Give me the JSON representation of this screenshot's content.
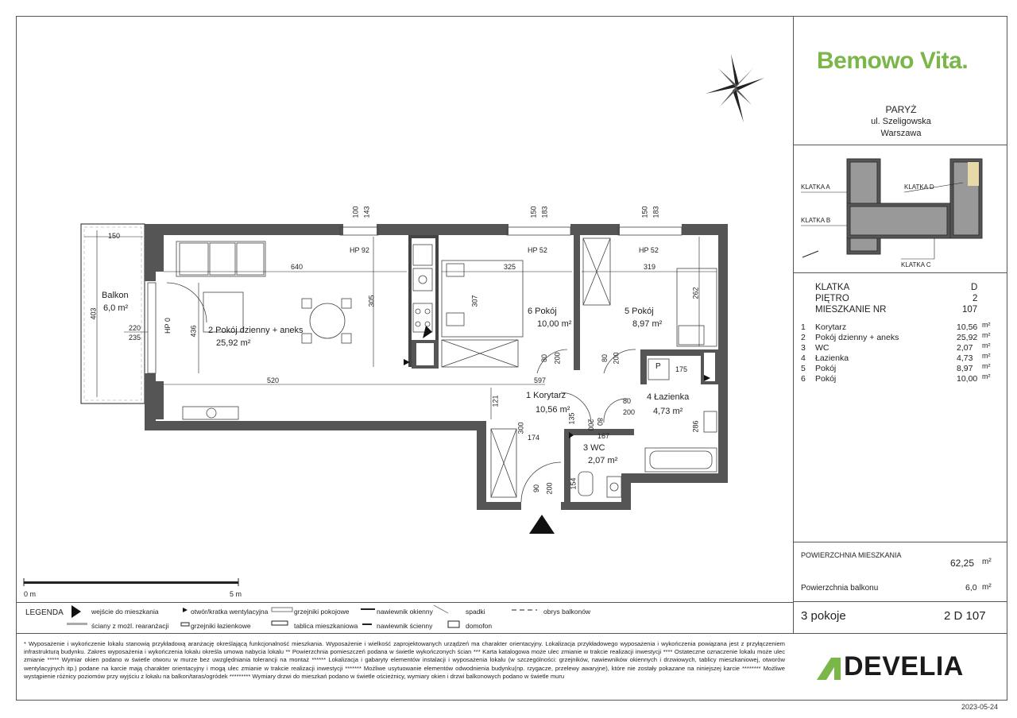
{
  "header": {
    "brand": "Bemowo Vita.",
    "project": "PARYŻ",
    "street": "ul. Szeligowska",
    "city": "Warszawa"
  },
  "keyplan": {
    "labels": [
      "KLATKA A",
      "KLATKA B",
      "KLATKA C",
      "KLATKA D"
    ]
  },
  "info": {
    "klatka_label": "KLATKA",
    "klatka_value": "D",
    "pietro_label": "PIĘTRO",
    "pietro_value": "2",
    "mieszkanie_label": "MIESZKANIE NR",
    "mieszkanie_value": "107"
  },
  "rooms": [
    {
      "no": "1",
      "name": "Korytarz",
      "area": "10,56",
      "unit": "m²"
    },
    {
      "no": "2",
      "name": "Pokój dzienny + aneks",
      "area": "25,92",
      "unit": "m²"
    },
    {
      "no": "3",
      "name": "WC",
      "area": "2,07",
      "unit": "m²"
    },
    {
      "no": "4",
      "name": "Łazienka",
      "area": "4,73",
      "unit": "m²"
    },
    {
      "no": "5",
      "name": "Pokój",
      "area": "8,97",
      "unit": "m²"
    },
    {
      "no": "6",
      "name": "Pokój",
      "area": "10,00",
      "unit": "m²"
    }
  ],
  "summary": {
    "pow_mieszkania_label": "POWIERZCHNIA MIESZKANIA",
    "pow_mieszkania_value": "62,25",
    "pow_balkonu_label": "Powierzchnia balkonu",
    "pow_balkonu_value": "6,0",
    "unit": "m²",
    "rooms_count": "3 pokoje",
    "code": "2 D 107"
  },
  "developer": "DEVELIA",
  "date": "2023-05-24",
  "scale": {
    "start": "0 m",
    "end": "5 m"
  },
  "legend": {
    "title": "LEGENDA",
    "items": [
      "wejście do mieszkania",
      "ściany z możl. rearanżacji",
      "otwór/kratka wentylacyjna",
      "grzejniki łazienkowe",
      "grzejniki pokojowe",
      "tablica mieszkaniowa",
      "nawiewnik okienny",
      "nawiewnik ścienny",
      "spadki",
      "domofon",
      "obrys balkonów"
    ]
  },
  "plan_labels": {
    "balkon": "Balkon",
    "balkon_area": "6,0 m²",
    "room2": "2 Pokój dzienny + aneks",
    "room2_area": "25,92 m²",
    "room6": "6 Pokój",
    "room6_area": "10,00 m²",
    "room5": "5 Pokój",
    "room5_area": "8,97 m²",
    "room1": "1 Korytarz",
    "room1_area": "10,56 m²",
    "room4": "4 Łazienka",
    "room4_area": "4,73 m²",
    "room3": "3 WC",
    "room3_area": "2,07 m²",
    "hp92": "HP 92",
    "hp52a": "HP 52",
    "hp52b": "HP 52",
    "hp0": "HP 0",
    "p": "P"
  },
  "dims": [
    "150",
    "403",
    "640",
    "325",
    "319",
    "305",
    "307",
    "262",
    "436",
    "220",
    "235",
    "520",
    "597",
    "121",
    "300",
    "174",
    "135",
    "200",
    "80",
    "200",
    "80",
    "200",
    "80",
    "167",
    "175",
    "286",
    "90",
    "200",
    "154",
    "200",
    "80",
    "100",
    "143",
    "150",
    "183",
    "150",
    "183"
  ],
  "footnote": "* Wyposażenie i wykończenie lokalu stanowią przykładową aranżację określającą funkcjonalność mieszkania. Wyposażenie i wielkość zaprojektowanych urządzeń ma charakter orientacyjny. Lokalizacja przykładowego wyposażenia i wykończenia powiązana jest z przyłączeniem infrastrukturą budynku. Zakres wyposażenia i wykończenia lokalu określa umowa nabycia lokalu ** Powierzchnia pomieszczeń podana w świetle wykończonych ścian *** Karta katalogowa może ulec zmianie w trakcie realizacji inwestycji **** Ostateczne oznaczenie lokalu może ulec zmianie ***** Wymiar okien podano w świetle otworu w murze bez uwzględniania tolerancji na montaż ****** Lokalizacja i gabaryty elementów instalacji i wyposażenia lokalu (w szczególności: grzejników, nawiewników okiennych i drzwiowych, tablicy mieszkaniowej, otworów wentylacyjnych itp.) podane na karcie mają charakter orientacyjny i mogą ulec zmianie w trakcie realizacji inwestycji ******* Możliwe usytuowanie elementów odwodnienia budynku(np. rzygacze, przelewy awaryjne), które nie zostały pokazane na niniejszej karcie ******** Możliwe wystąpienie różnicy poziomów przy wyjściu z lokalu na balkon/taras/ogródek ********* Wymiary drzwi do mieszkań podano w świetle ościeżnicy, wymiary okien i drzwi balkonowych podano w świetle muru"
}
